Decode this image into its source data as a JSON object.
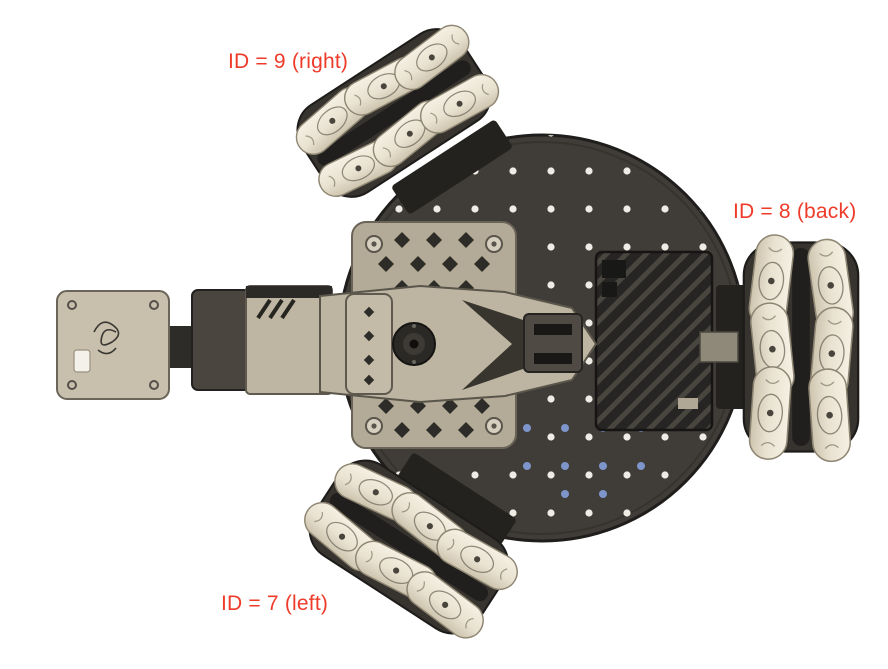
{
  "figure": {
    "subject": "robot-top-view"
  },
  "annotations": [
    {
      "wheel": "top-left",
      "text": "ID = 9 (right)"
    },
    {
      "wheel": "right",
      "text": "ID = 8 (back)"
    },
    {
      "wheel": "bottom-left",
      "text": "ID = 7 (left)"
    }
  ],
  "colors": {
    "annotation_text": "#ee3b2a",
    "background": "#ffffff",
    "base_plate": "#403d38",
    "wheel_roller": "#eae3d2",
    "arm_body": "#bdb5a1",
    "hole_dot": "#efece5",
    "blue_dot": "#7e95cc"
  }
}
